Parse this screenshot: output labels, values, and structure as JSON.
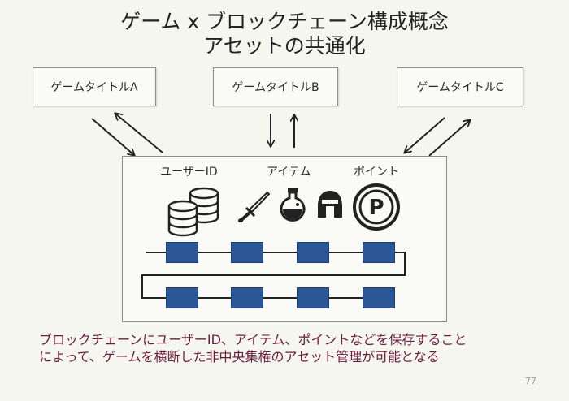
{
  "title": {
    "line1": "ゲーム x ブロックチェーン構成概念",
    "line2": "アセットの共通化"
  },
  "games": [
    {
      "label": "ゲームタイトルA"
    },
    {
      "label": "ゲームタイトルB"
    },
    {
      "label": "ゲームタイトルC"
    }
  ],
  "assets": {
    "categories": [
      "ユーザーID",
      "アイテム",
      "ポイント"
    ],
    "icons": [
      "database-icon",
      "sword-icon",
      "potion-icon",
      "helmet-icon",
      "point-coin-icon"
    ],
    "point_symbol": "P"
  },
  "chain": {
    "rows": 2,
    "blocks_per_row": 4,
    "block_color": "#2b5797"
  },
  "caption": {
    "line1": "ブロックチェーンにユーザーID、アイテム、ポイントなどを保存すること",
    "line2": "によって、ゲームを横断した非中央集権のアセット管理が可能となる"
  },
  "page_number": "77"
}
